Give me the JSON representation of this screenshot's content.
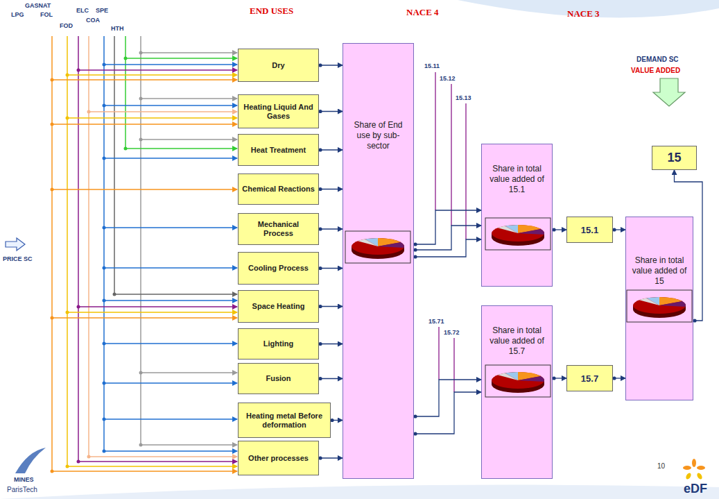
{
  "diagram": {
    "nodes": [
      {
        "text": [
          "Dry"
        ]
      },
      {
        "text": [
          "Heating Liquid And Gases"
        ]
      },
      {
        "text": [
          "Heat Treatment"
        ]
      },
      {
        "text": [
          "Chemical Reactions"
        ]
      },
      {
        "text": [
          "Mechanical Process"
        ]
      },
      {
        "text": [
          "Cooling Process"
        ]
      },
      {
        "text": [
          "Space Heating"
        ]
      },
      {
        "text": [
          "Lighting"
        ]
      },
      {
        "text": [
          "Fusion"
        ]
      },
      {
        "text": [
          "Heating metal Before deformation"
        ]
      },
      {
        "text": [
          "Other processes"
        ]
      },
      {
        "text": [
          "Share of End use by sub- sector"
        ]
      },
      {
        "text": [
          "Share in total value added of 15.1"
        ]
      },
      {
        "text": [
          "15.1"
        ]
      },
      {
        "text": [
          "Share in total value added of 15.7"
        ]
      },
      {
        "text": [
          "15.7"
        ]
      },
      {
        "text": [
          "Share in total value added of 15"
        ]
      },
      {
        "text": [
          "15"
        ]
      }
    ],
    "edges": [
      {
        "from": 0,
        "to": 11,
        "arrow": "to"
      },
      {
        "from": 1,
        "to": 11,
        "arrow": "to"
      },
      {
        "from": 2,
        "to": 11,
        "arrow": "to"
      },
      {
        "from": 3,
        "to": 11,
        "arrow": "to"
      },
      {
        "from": 4,
        "to": 11,
        "arrow": "to"
      },
      {
        "from": 5,
        "to": 11,
        "arrow": "to"
      },
      {
        "from": 6,
        "to": 11,
        "arrow": "to"
      },
      {
        "from": 7,
        "to": 11,
        "arrow": "to"
      },
      {
        "from": 8,
        "to": 11,
        "arrow": "to"
      },
      {
        "from": 9,
        "to": 11,
        "arrow": "to"
      },
      {
        "from": 10,
        "to": 11,
        "arrow": "to"
      },
      {
        "from": 11,
        "to": 12,
        "arrow": "to"
      },
      {
        "from": 11,
        "to": 12,
        "arrow": "to"
      },
      {
        "from": 11,
        "to": 12,
        "arrow": "to"
      },
      {
        "from": 11,
        "to": 14,
        "arrow": "to"
      },
      {
        "from": 11,
        "to": 14,
        "arrow": "to"
      },
      {
        "from": 12,
        "to": 13,
        "arrow": "to"
      },
      {
        "from": 13,
        "to": 16,
        "arrow": "to"
      },
      {
        "from": 14,
        "to": 15,
        "arrow": "to"
      },
      {
        "from": 15,
        "to": 16,
        "arrow": "to"
      },
      {
        "from": 16,
        "to": 17,
        "arrow": "to"
      }
    ],
    "labels": [
      "GASNAT",
      "LPG",
      "FOL",
      "FOD",
      "ELC",
      "SPE",
      "COA",
      "HTH",
      "END USES",
      "NACE 4",
      "NACE 3",
      "DEMAND SC",
      "VALUE ADDED",
      "PRICE SC",
      "15.11",
      "15.12",
      "15.13",
      "15.71",
      "15.72",
      "10",
      "MINES",
      "ParisTech",
      "eDF"
    ]
  }
}
